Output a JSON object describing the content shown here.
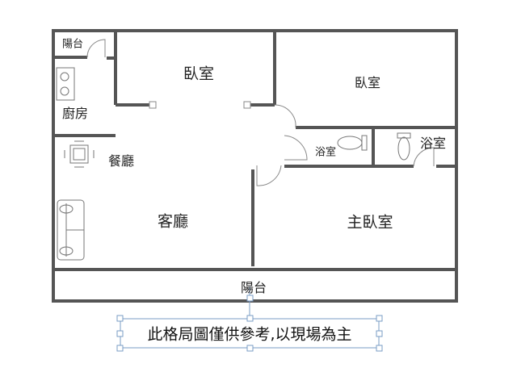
{
  "rooms": {
    "balcony_small": "陽台",
    "bedroom_1": "臥室",
    "bedroom_2": "臥室",
    "kitchen": "廚房",
    "dining": "餐廳",
    "living": "客廳",
    "bath_1": "浴室",
    "bath_2": "浴室",
    "master_bedroom": "主臥室",
    "balcony_main": "陽台"
  },
  "caption": "此格局圖僅供參考,以現場為主",
  "colors": {
    "wall": "#555555",
    "selection": "#7a9cc6"
  }
}
